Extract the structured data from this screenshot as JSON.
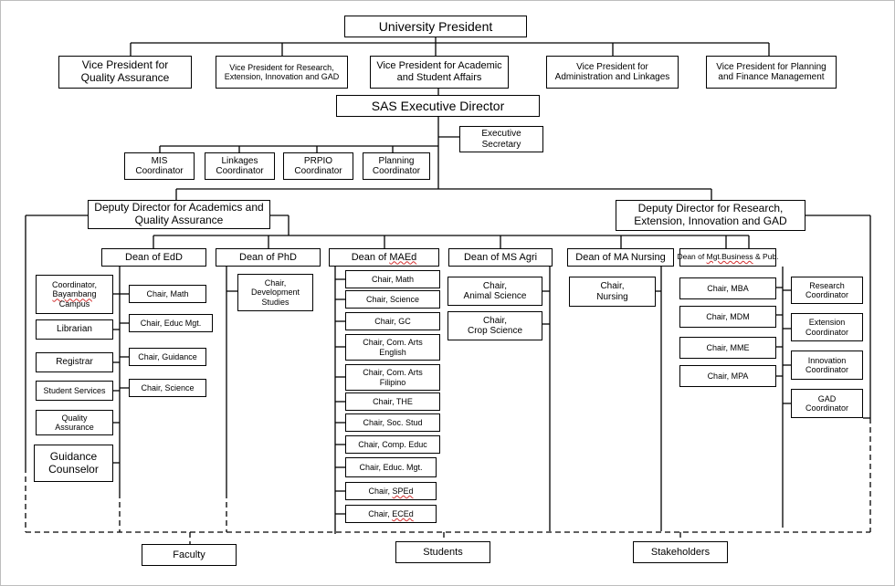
{
  "top": {
    "president": "University President",
    "vp_qa": "Vice President for\nQuality Assurance",
    "vp_research": "Vice President for Research,\nExtension, Innovation and GAD",
    "vp_academic": "Vice President for Academic\nand Student Affairs",
    "vp_admin": "Vice President for\nAdministration and Linkages",
    "vp_planning": "Vice President for Planning\nand Finance Management",
    "sas_director": "SAS Executive Director",
    "exec_secretary": "Executive\nSecretary"
  },
  "coordinators": {
    "mis": "MIS\nCoordinator",
    "linkages": "Linkages\nCoordinator",
    "prpio": "PRPIO\nCoordinator",
    "planning": "Planning\nCoordinator"
  },
  "deputies": {
    "academics": "Deputy Director for Academics and\nQuality Assurance",
    "research": "Deputy Director for Research,\nExtension, Innovation and GAD"
  },
  "deans": {
    "edd": "Dean of EdD",
    "phd": "Dean of PhD",
    "maed_prefix": "Dean of ",
    "maed_word": "MAEd",
    "msagri": "Dean of MS Agri",
    "manursing": "Dean of MA Nursing",
    "mgt_prefix": "Dean of ",
    "mgt_word": "Mgt.Business",
    "mgt_suffix": " & Pub."
  },
  "left_column": {
    "coordinator_line1": "Coordinator,",
    "coordinator_campus": "Bayambang",
    "coordinator_line3": "Campus",
    "librarian": "Librarian",
    "registrar": "Registrar",
    "student_services": "Student Services",
    "quality_assurance": "Quality\nAssurance",
    "guidance": "Guidance\nCounselor"
  },
  "edd_chairs": [
    "Chair, Math",
    "Chair, Educ Mgt.",
    "Chair, Guidance",
    "Chair, Science"
  ],
  "phd_chairs": [
    "Chair,\nDevelopment\nStudies"
  ],
  "maed_chairs": [
    "Chair, Math",
    "Chair, Science",
    "Chair, GC",
    "Chair, Com. Arts\nEnglish",
    "Chair, Com. Arts\nFilipino",
    "Chair, THE",
    "Chair, Soc. Stud",
    "Chair, Comp. Educ",
    "Chair, Educ. Mgt."
  ],
  "maed_spec": {
    "sped_prefix": "Chair, ",
    "sped_word": "SPEd",
    "eced_prefix": "Chair, ",
    "eced_word": "ECEd"
  },
  "msagri_chairs": [
    "Chair,\nAnimal Science",
    "Chair,\nCrop Science"
  ],
  "nursing_chairs": [
    "Chair,\nNursing"
  ],
  "mgt_chairs": [
    "Chair, MBA",
    "Chair, MDM",
    "Chair, MME",
    "Chair, MPA"
  ],
  "right_column": [
    "Research\nCoordinator",
    "Extension\nCoordinator",
    "Innovation\nCoordinator",
    "GAD\nCoordinator"
  ],
  "bottom": {
    "faculty": "Faculty",
    "students": "Students",
    "stakeholders": "Stakeholders"
  }
}
